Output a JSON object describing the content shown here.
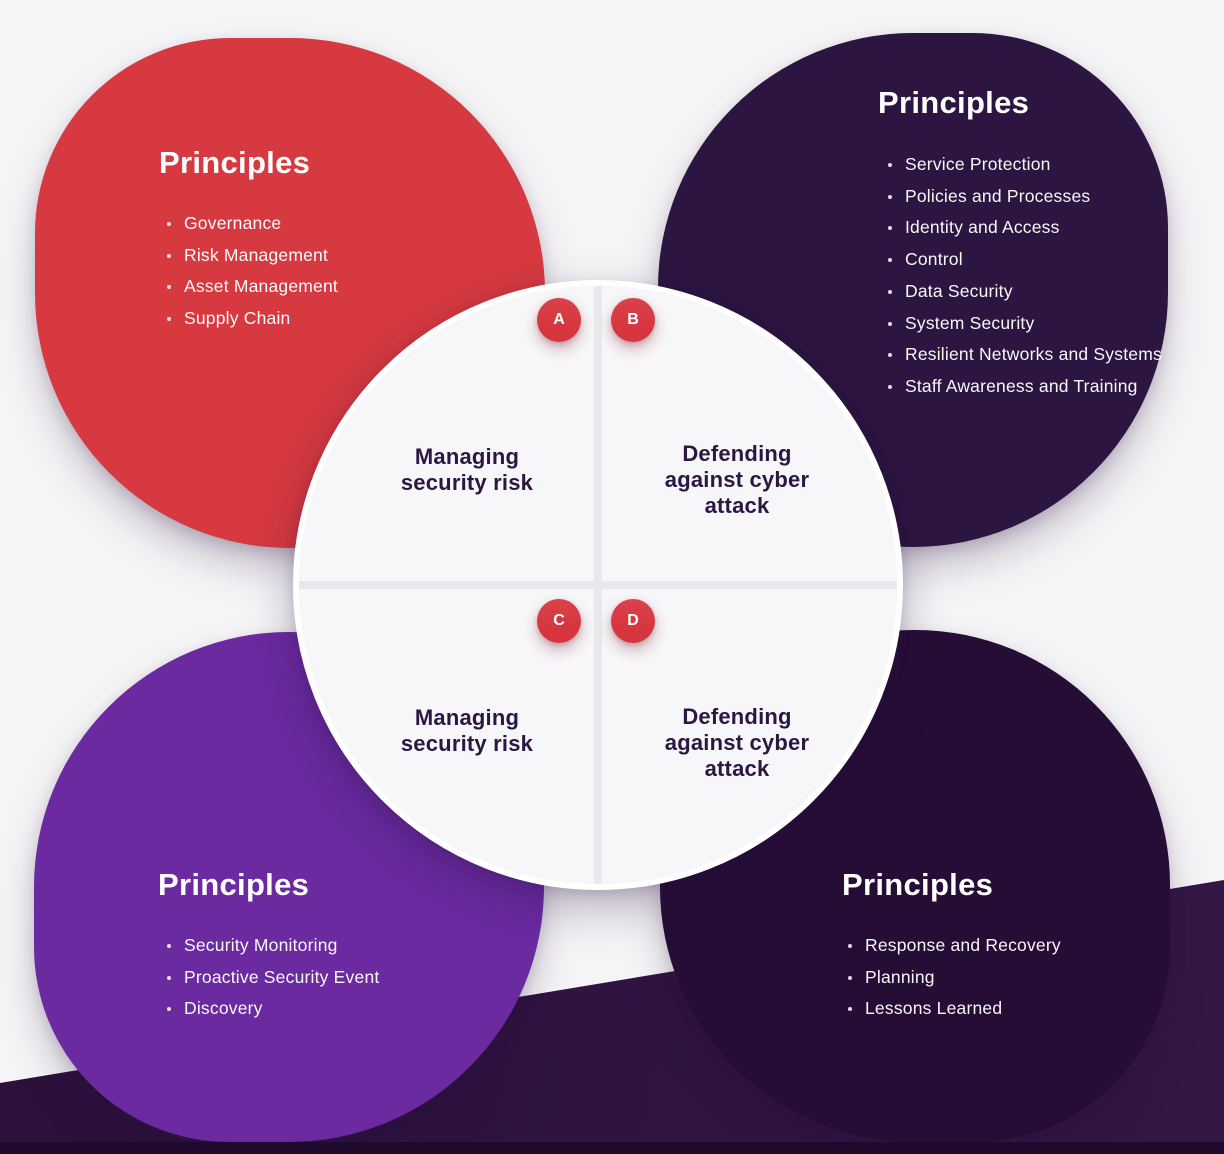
{
  "palette": {
    "bg": "#F5F4F6",
    "red": "#D6393F",
    "dark-purple": "#2C1540",
    "violet": "#6B2AA0",
    "deep-purple": "#250D35",
    "band-left": "#2B1039",
    "band-right": "#331845",
    "band-bottom": "#1F0A2D",
    "wheel-fill": "#F7F6F8",
    "wheel-gap": "#E9E8EC",
    "ink": "#2C1743",
    "badge-red": "#D6353E"
  },
  "corners": [
    {
      "position": "top-left",
      "color": "#D6393F",
      "title": "Principles",
      "items": [
        "Governance",
        "Risk Management",
        "Asset Management",
        "Supply Chain"
      ]
    },
    {
      "position": "top-right",
      "color": "#2C1540",
      "title": "Principles",
      "items": [
        "Service Protection",
        "Policies and Processes",
        "Identity and Access",
        "Control",
        "Data Security",
        "System Security",
        "Resilient Networks and Systems",
        "Staff Awareness and Training"
      ]
    },
    {
      "position": "bottom-left",
      "color": "#6B2AA0",
      "title": "Principles",
      "items": [
        "Security Monitoring",
        "Proactive Security Event",
        "Discovery"
      ]
    },
    {
      "position": "bottom-right",
      "color": "#250D35",
      "title": "Principles",
      "items": [
        "Response and Recovery",
        "Planning",
        "Lessons Learned"
      ]
    }
  ],
  "center": {
    "quadrants": [
      {
        "badge": "A",
        "label": "Managing\nsecurity risk"
      },
      {
        "badge": "B",
        "label": "Defending\nagainst cyber\nattack"
      },
      {
        "badge": "C",
        "label": "Managing\nsecurity risk"
      },
      {
        "badge": "D",
        "label": "Defending\nagainst cyber\nattack"
      }
    ]
  }
}
